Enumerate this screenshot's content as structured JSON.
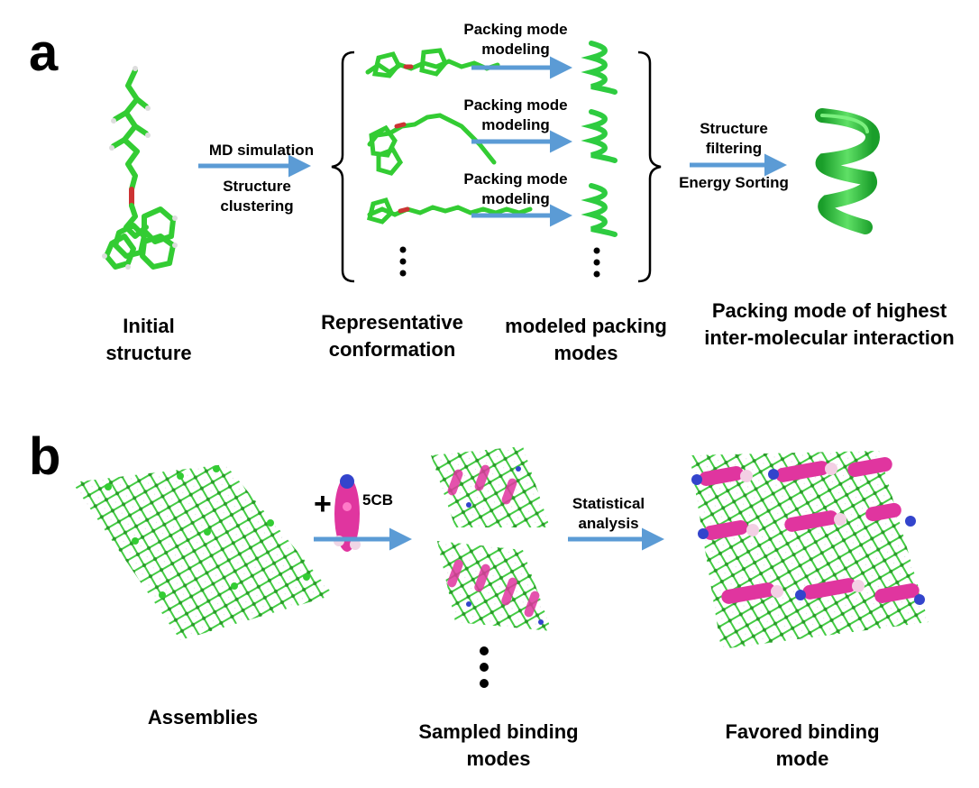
{
  "panels": {
    "a": {
      "letter": "a",
      "step1": {
        "top": "MD simulation",
        "bottom": "Structure clustering"
      },
      "packing_label": "Packing mode modeling",
      "step3": {
        "top": "Structure filtering",
        "bottom": "Energy Sorting"
      },
      "captions": {
        "initial": "Initial structure",
        "representative": "Representative conformation",
        "modeled": "modeled packing modes",
        "highest": "Packing mode of highest inter-molecular interaction"
      }
    },
    "b": {
      "letter": "b",
      "ligand_label": "5CB",
      "plus": "+",
      "arrow2_label": "Statistical analysis",
      "captions": {
        "assemblies": "Assemblies",
        "sampled": "Sampled binding modes",
        "favored": "Favored binding mode"
      }
    }
  },
  "colors": {
    "arrow": "#5b9bd5",
    "molecule": "#33cc33",
    "helix": "#2ecc40",
    "ligand": "#e0359f",
    "nitrogen": "#3344cc"
  }
}
